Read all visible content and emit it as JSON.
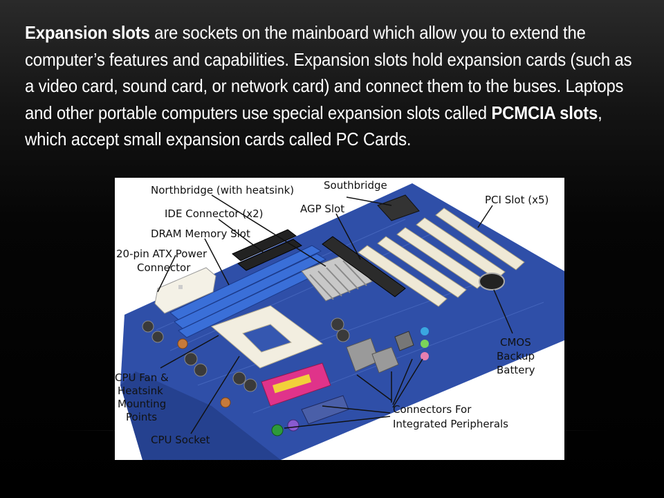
{
  "paragraph": {
    "term1": "Expansion slots",
    "part1": " are sockets on the mainboard which allow you to extend the  computer’s features and capabilities. Expansion slots hold expansion cards  (such as a video card, sound card, or network card) and connect them to the buses. Laptops and other portable computers use special expansion slots called ",
    "term2": "PCMCIA slots",
    "part2": ", which accept small expansion cards called PC Cards."
  },
  "figure": {
    "labels": {
      "northbridge": "Northbridge (with heatsink)",
      "southbridge": "Southbridge",
      "ide": "IDE Connector (x2)",
      "agp": "AGP Slot",
      "pci": "PCI Slot (x5)",
      "dram": "DRAM Memory Slot",
      "atx_line1": "20-pin ATX Power",
      "atx_line2": "Connector",
      "cpu_fan_line1": "CPU Fan &",
      "cpu_fan_line2": "Heatsink",
      "cpu_fan_line3": "Mounting",
      "cpu_fan_line4": "Points",
      "cpu_socket": "CPU Socket",
      "cmos_line1": "CMOS",
      "cmos_line2": "Backup",
      "cmos_line3": "Battery",
      "connectors_line1": "Connectors For",
      "connectors_line2": "Integrated Peripherals"
    },
    "colors": {
      "board": "#2f4fa8",
      "board_dark": "#233d88",
      "dimm_slot": "#3a6fd8",
      "agp_slot": "#2b2b2b",
      "pci_slot": "#efe9d6",
      "heatsink": "#c8c8c8",
      "socket": "#f2eee0",
      "parallel_port": "#e0338a",
      "leader": "#111111"
    }
  }
}
